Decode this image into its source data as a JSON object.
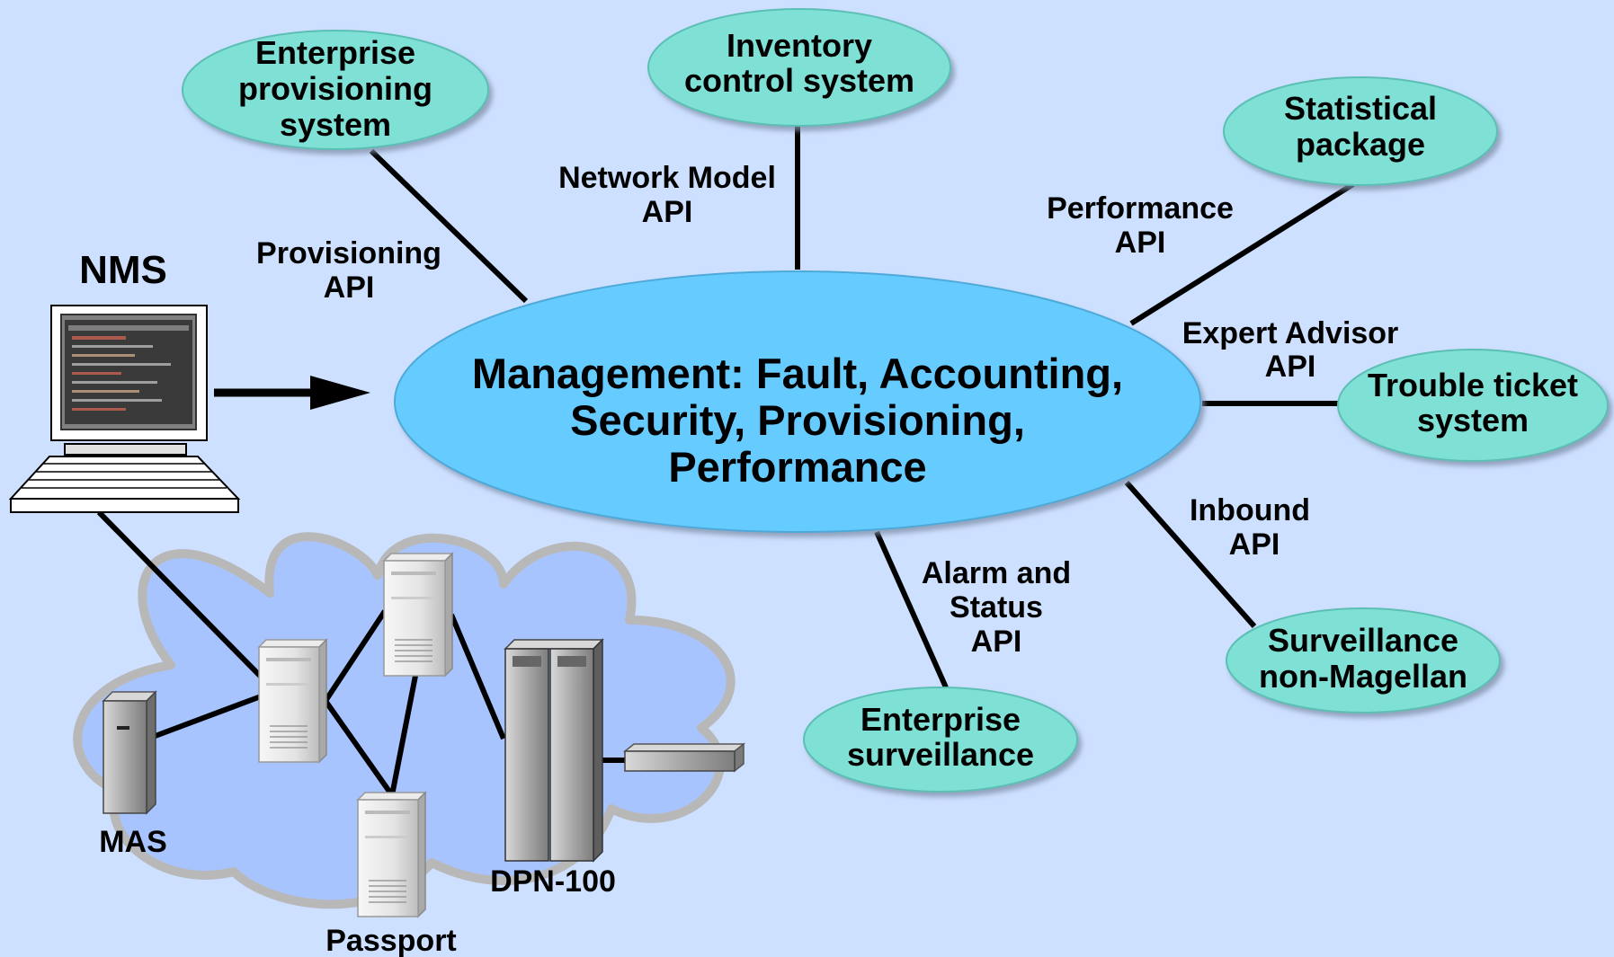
{
  "center": {
    "lines": [
      "Management: Fault, Accounting,",
      "Security, Provisioning,",
      "Performance"
    ]
  },
  "systems": {
    "enterprise_provisioning": [
      "Enterprise",
      "provisioning",
      "system"
    ],
    "inventory_control": [
      "Inventory",
      "control system"
    ],
    "statistical_package": [
      "Statistical",
      "package"
    ],
    "trouble_ticket": [
      "Trouble ticket",
      "system"
    ],
    "surveillance_non_magellan": [
      "Surveillance",
      "non-Magellan"
    ],
    "enterprise_surveillance": [
      "Enterprise",
      "surveillance"
    ]
  },
  "apis": {
    "provisioning": [
      "Provisioning",
      "API"
    ],
    "network_model": [
      "Network Model",
      "API"
    ],
    "performance": [
      "Performance",
      "API"
    ],
    "expert_advisor": [
      "Expert Advisor",
      "API"
    ],
    "inbound": [
      "Inbound",
      "API"
    ],
    "alarm_status": [
      "Alarm and",
      "Status",
      "API"
    ]
  },
  "devices": {
    "nms": "NMS",
    "mas": "MAS",
    "dpn": "DPN-100",
    "passport": "Passport"
  },
  "colors": {
    "background": "#cde0ff",
    "center_fill": "#66ccff",
    "system_fill": "#7fe0d6",
    "cloud_fill": "#a8c4ff",
    "cloud_stroke": "#b8b8b8"
  }
}
